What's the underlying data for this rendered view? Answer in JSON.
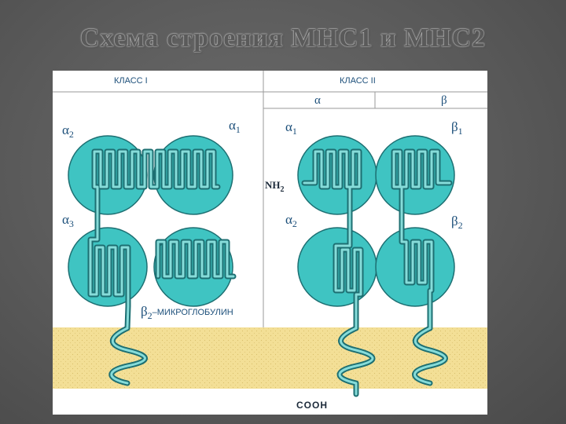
{
  "slide": {
    "title": "Схема строения МНС1 и МНС2"
  },
  "figure": {
    "class_i_header": "КЛАСС I",
    "class_ii_header": "КЛАСС II",
    "alpha_header": "α",
    "beta_header": "β",
    "class_i": {
      "alpha2": "α",
      "alpha2_sub": "2",
      "alpha1": "α",
      "alpha1_sub": "1",
      "alpha3": "α",
      "alpha3_sub": "3",
      "b2m": "β",
      "b2m_sub": "2",
      "b2m_text": "–МИКРОГЛОБУЛИН"
    },
    "class_ii": {
      "alpha1": "α",
      "alpha1_sub": "1",
      "nh2": "NH",
      "nh2_sub": "2",
      "alpha2": "α",
      "alpha2_sub": "2",
      "beta1": "β",
      "beta1_sub": "1",
      "beta2": "β",
      "beta2_sub": "2"
    },
    "cooh": "COOH"
  },
  "colors": {
    "background": "#5e5e5e",
    "panel": "#ffffff",
    "domain_fill": "#3fc4c2",
    "domain_stroke": "#1d6f72",
    "chain_fill": "#86dcd9",
    "membrane": "#f1dd93",
    "label": "#1c4f7a"
  }
}
